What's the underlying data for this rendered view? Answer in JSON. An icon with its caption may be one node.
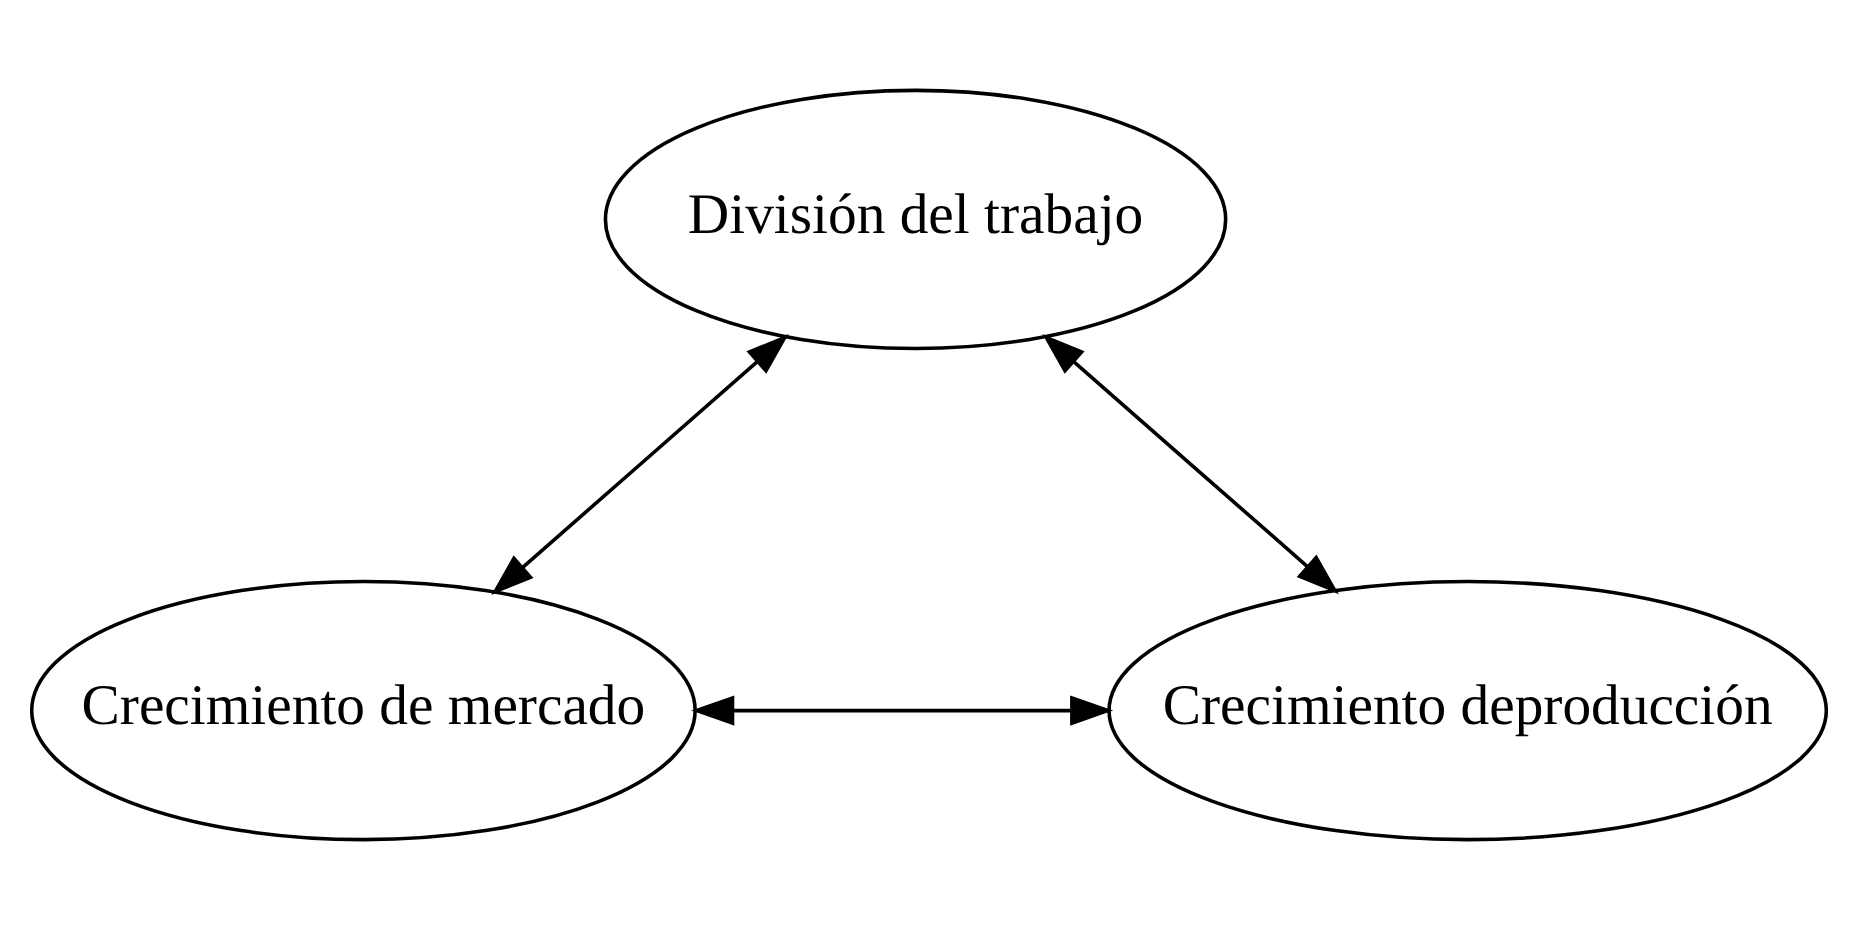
{
  "diagram": {
    "nodes": [
      {
        "text": [
          "División del trabajo"
        ]
      },
      {
        "text": [
          "Crecimiento de mercado"
        ]
      },
      {
        "text": [
          "Crecimiento deproducción"
        ]
      }
    ],
    "edges": [
      {
        "from": 0,
        "to": 1,
        "arrow": "both"
      },
      {
        "from": 0,
        "to": 2,
        "arrow": "both"
      },
      {
        "from": 1,
        "to": 2,
        "arrow": "both"
      }
    ]
  }
}
